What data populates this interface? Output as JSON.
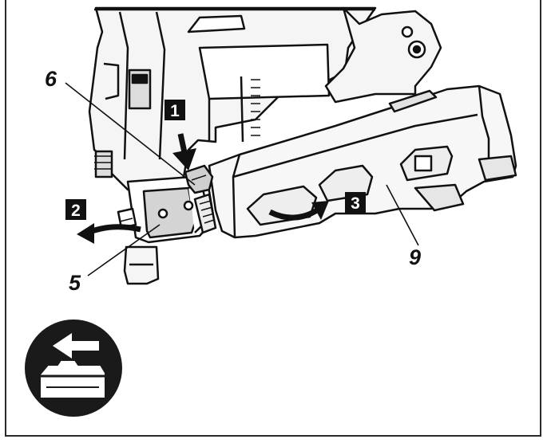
{
  "steps": [
    "1",
    "2",
    "3"
  ],
  "callouts": {
    "magazine_cover": "5",
    "lever": "6",
    "magazine_body": "9"
  },
  "icons": {
    "battery_remove": "battery-removal-icon"
  },
  "colors": {
    "ink": "#111111",
    "fill_light": "#f4f4f4",
    "shade": "#d2d2d2",
    "icon_bg": "#1a1a1a"
  }
}
